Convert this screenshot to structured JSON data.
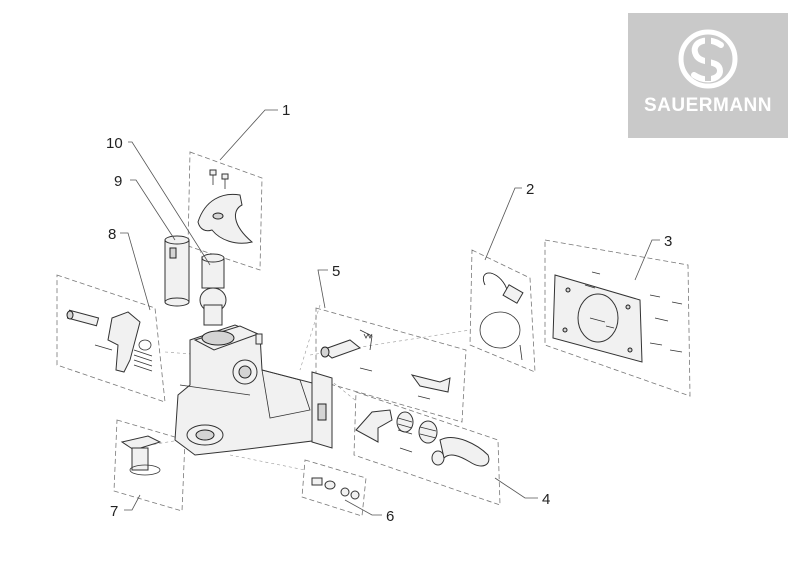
{
  "logo": {
    "text": "SAUERMANN"
  },
  "callouts": {
    "c1": "1",
    "c2": "2",
    "c3": "3",
    "c4": "4",
    "c5": "5",
    "c6": "6",
    "c7": "7",
    "c8": "8",
    "c9": "9",
    "c10": "10"
  }
}
